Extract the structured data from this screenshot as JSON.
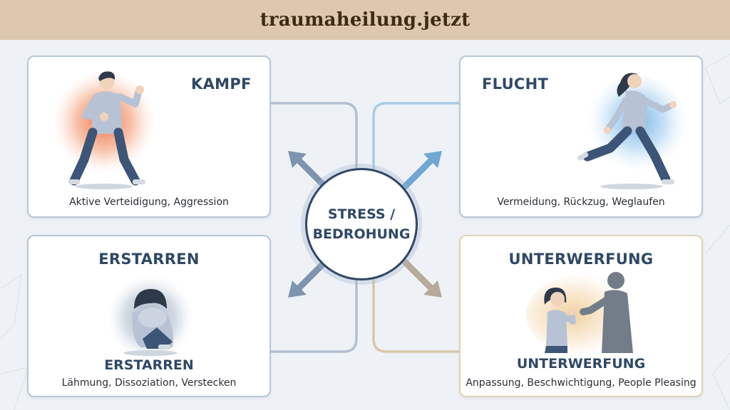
{
  "header": {
    "brand": "traumaheilung.jetzt"
  },
  "center": {
    "line1": "STRESS /",
    "line2": "BEDROHUNG"
  },
  "cards": {
    "kampf": {
      "title": "KAMPF",
      "description": "Aktive Verteidigung, Aggression"
    },
    "flucht": {
      "title": "FLUCHT",
      "description": "Vermeidung, Rückzug, Weglaufen"
    },
    "erstarren": {
      "title": "ERSTARREN",
      "subtitle": "ERSTARREN",
      "description": "Lähmung, Dissoziation, Verstecken"
    },
    "unterwerfung": {
      "title": "UNTERWERFUNG",
      "subtitle": "UNTERWERFUNG",
      "description": "Anpassung, Beschwichtigung, People Pleasing"
    }
  },
  "colors": {
    "header_bg": "#ddc8ad",
    "title_navy": "#2f4866",
    "kampf_glow": "#ee6a3c",
    "flucht_glow": "#5ea8e6",
    "erstarren_glow": "#7d8fa8",
    "unterwerfung_glow": "#f0c58a"
  },
  "icons": [
    "fighting-person-icon",
    "running-person-icon",
    "crouching-person-icon",
    "pleading-person-icon",
    "shadow-figure-icon",
    "arrow-icon"
  ]
}
